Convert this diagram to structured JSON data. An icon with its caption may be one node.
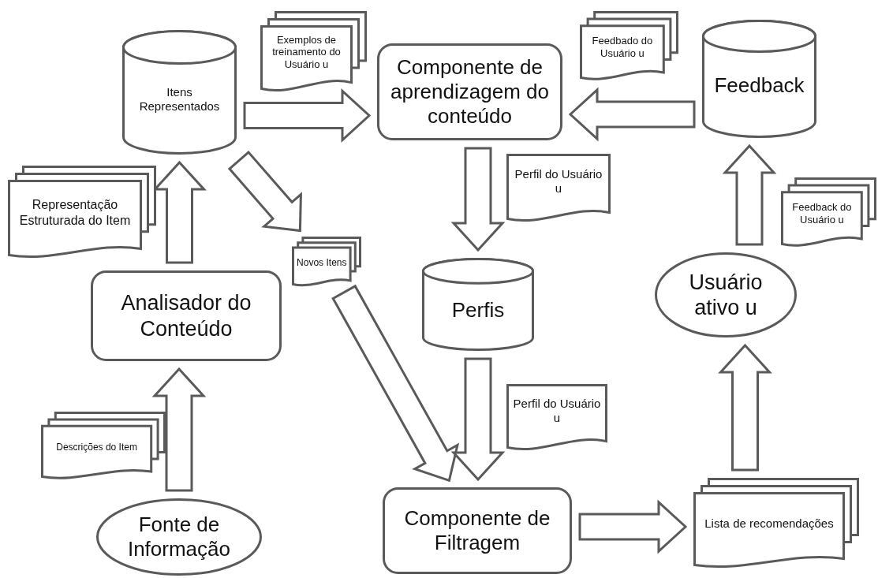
{
  "diagram": {
    "nodes": [
      {
        "text": [
          "Itens Representados"
        ]
      },
      {
        "text": [
          "Exemplos de treinamento do Usuário u"
        ]
      },
      {
        "text": [
          "Componente de aprendizagem do conteúdo"
        ]
      },
      {
        "text": [
          "Feedbado do Usuário u"
        ]
      },
      {
        "text": [
          "Feedback"
        ]
      },
      {
        "text": [
          "Representação Estruturada do Item"
        ]
      },
      {
        "text": [
          "Perfil do Usuário u"
        ]
      },
      {
        "text": [
          "Feedback do Usuário u"
        ]
      },
      {
        "text": [
          "Analisador do Conteúdo"
        ]
      },
      {
        "text": [
          "Novos Itens"
        ]
      },
      {
        "text": [
          "Perfis"
        ]
      },
      {
        "text": [
          "Usuário ativo u"
        ]
      },
      {
        "text": [
          "Perfil do Usuário u"
        ]
      },
      {
        "text": [
          "Descrições do Item"
        ]
      },
      {
        "text": [
          "Fonte de Informação"
        ]
      },
      {
        "text": [
          "Componente de Filtragem"
        ]
      },
      {
        "text": [
          "Lista de recomendações"
        ]
      }
    ],
    "edges": [
      {
        "from": 14,
        "to": 8,
        "arrow": "to"
      },
      {
        "from": 8,
        "to": 0,
        "arrow": "to"
      },
      {
        "from": 0,
        "to": 2,
        "arrow": "to"
      },
      {
        "from": 4,
        "to": 2,
        "arrow": "to"
      },
      {
        "from": 2,
        "to": 10,
        "arrow": "to"
      },
      {
        "from": 0,
        "to": 9,
        "arrow": "to"
      },
      {
        "from": 9,
        "to": 15,
        "arrow": "to"
      },
      {
        "from": 10,
        "to": 15,
        "arrow": "to"
      },
      {
        "from": 15,
        "to": 16,
        "arrow": "to"
      },
      {
        "from": 16,
        "to": 11,
        "arrow": "to"
      },
      {
        "from": 11,
        "to": 4,
        "arrow": "to"
      }
    ]
  }
}
